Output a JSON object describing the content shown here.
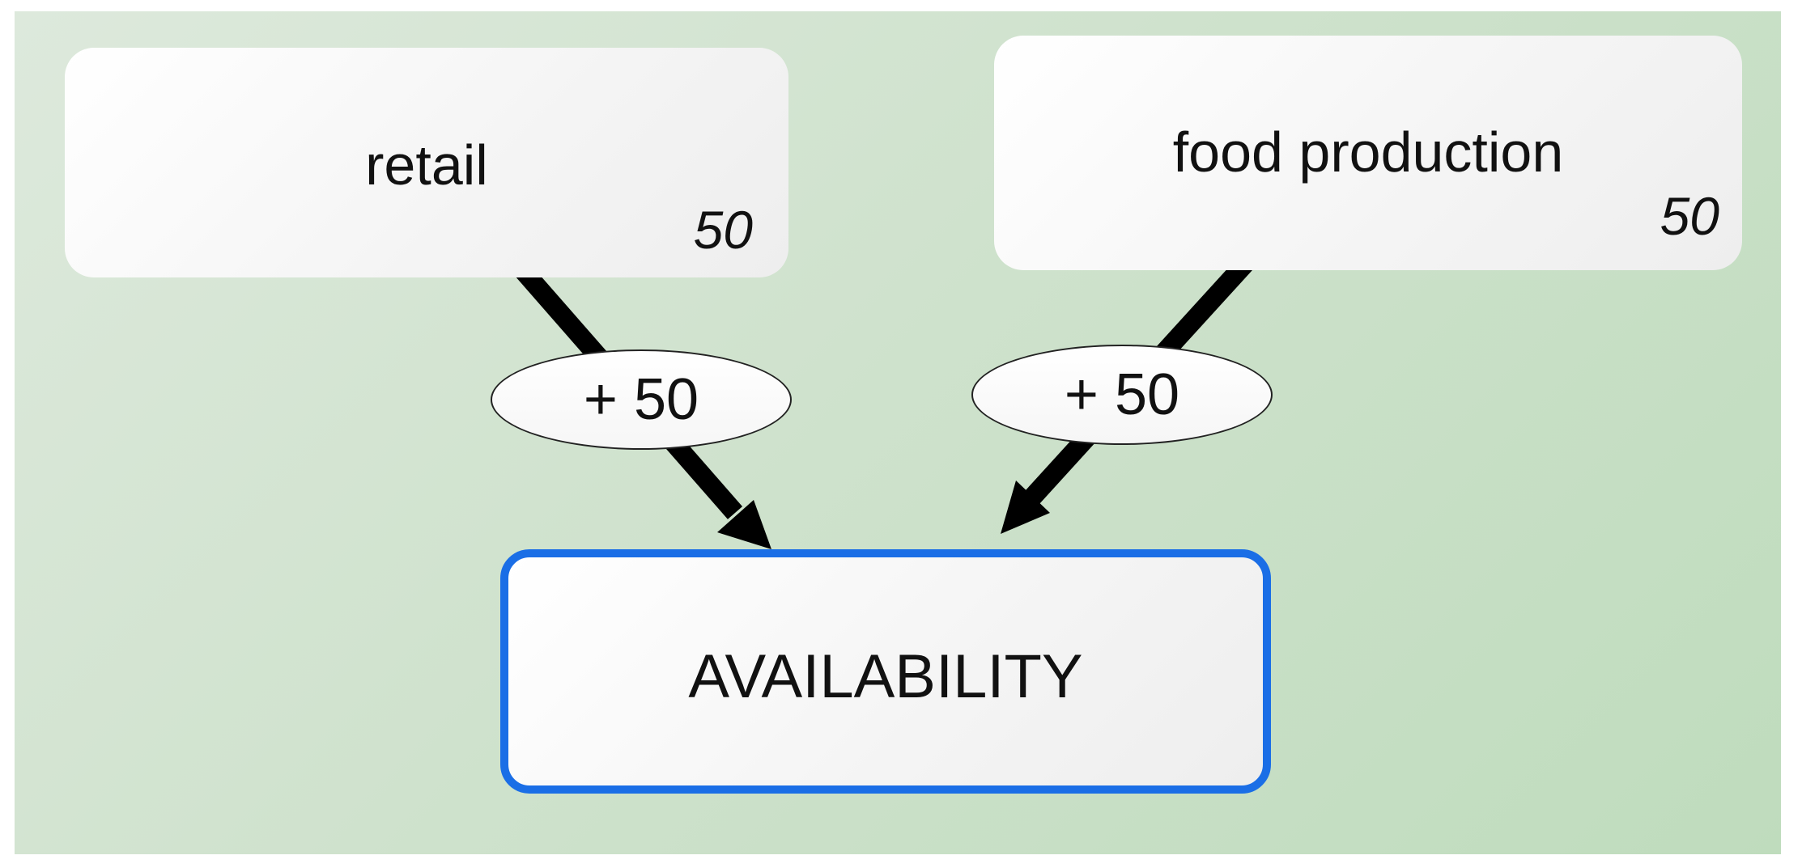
{
  "nodes": {
    "retail": {
      "label": "retail",
      "value": "50"
    },
    "food_production": {
      "label": "food production",
      "value": "50"
    },
    "availability": {
      "label": "AVAILABILITY"
    }
  },
  "edges": [
    {
      "from": "retail",
      "to": "availability",
      "label": "+ 50"
    },
    {
      "from": "food production",
      "to": "availability",
      "label": "+ 50"
    }
  ],
  "colors": {
    "background": "#cfe2cd",
    "target_border": "#1a6ee6",
    "arrow": "#000000"
  }
}
